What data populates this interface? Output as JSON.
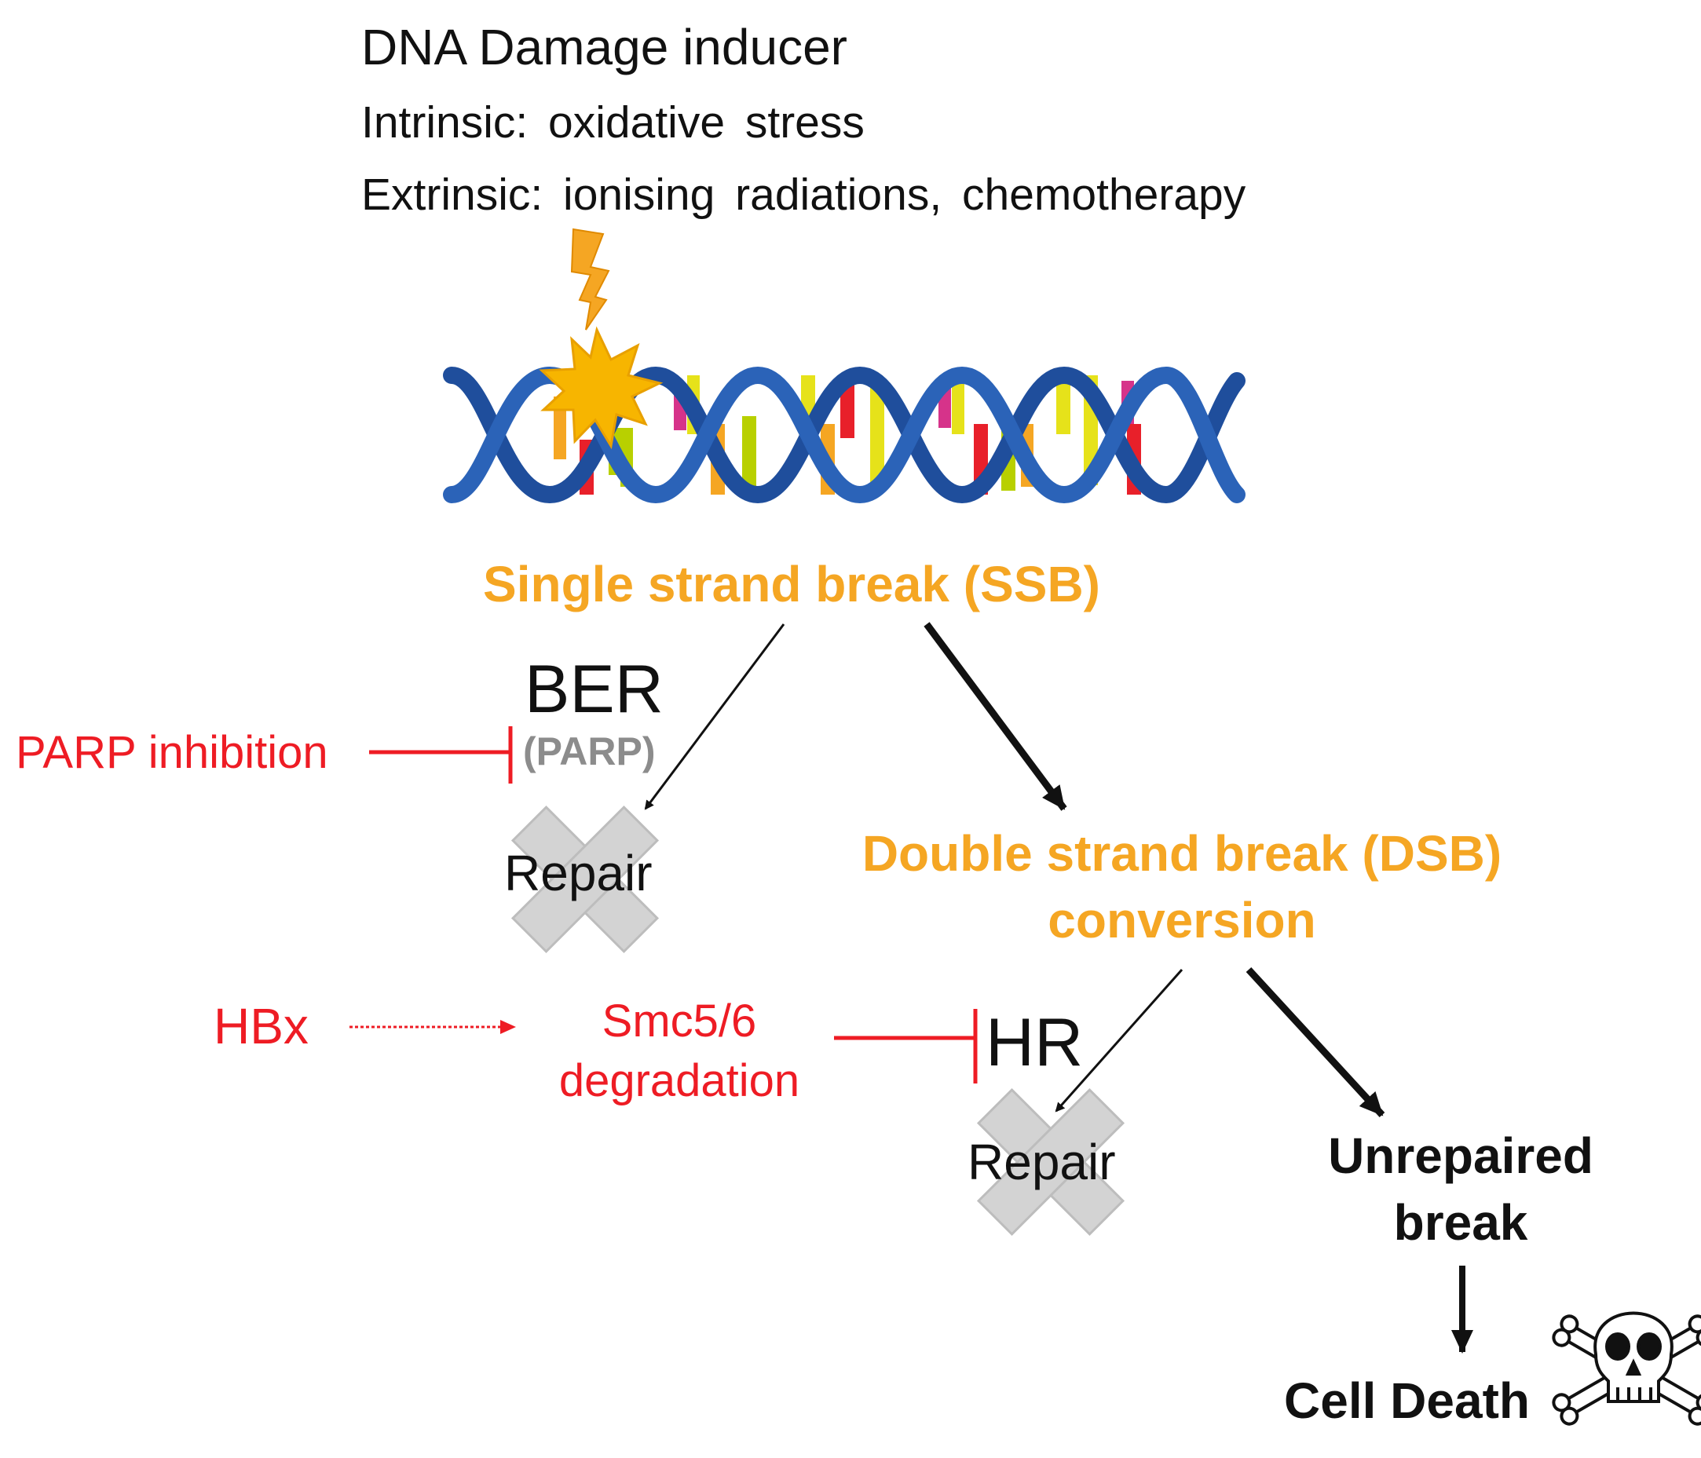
{
  "header": {
    "title": "DNA Damage inducer",
    "intrinsic": "Intrinsic: oxidative stress",
    "extrinsic": "Extrinsic: ionising radiations, chemotherapy"
  },
  "nodes": {
    "ssb": "Single strand break (SSB)",
    "ber": "BER",
    "parp": "(PARP)",
    "parp_inhibition": "PARP inhibition",
    "repair_ber": "Repair",
    "dsb_line1": "Double strand break (DSB)",
    "dsb_line2": "conversion",
    "hbx": "HBx",
    "smc_line1": "Smc5/6",
    "smc_line2": "degradation",
    "hr": "HR",
    "repair_hr": "Repair",
    "unrepaired_line1": "Unrepaired",
    "unrepaired_line2": "break",
    "cell_death": "Cell Death"
  },
  "colors": {
    "orange": "#f5a623",
    "red": "#ee1c24",
    "dna_blue": "#1f4e9c",
    "cross_gray": "#d3d3d3"
  },
  "icons": [
    "lightning-icon",
    "explosion-icon",
    "dna-helix-icon",
    "cross-icon",
    "skull-crossbones-icon"
  ]
}
